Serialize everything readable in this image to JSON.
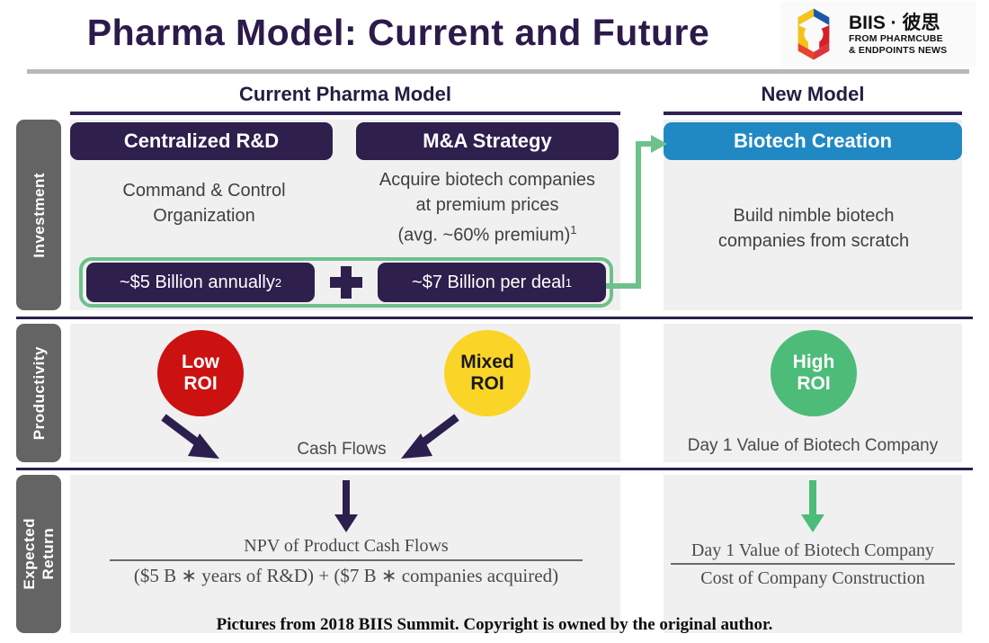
{
  "header": {
    "title": "Pharma Model: Current and Future",
    "logo": {
      "name": "biis-logo",
      "line1": "BIIS · 彼思",
      "line2": "FROM PHARMCUBE",
      "line3": "& ENDPOINTS NEWS"
    }
  },
  "columns": {
    "current": "Current Pharma Model",
    "new": "New Model"
  },
  "rows": {
    "investment": "Investment",
    "productivity": "Productivity",
    "expected_return": "Expected\nReturn"
  },
  "investment": {
    "current": {
      "chip_rnd": "Centralized R&D",
      "chip_ma": "M&A Strategy",
      "text_rnd": "Command & Control Organization",
      "text_ma_line1": "Acquire biotech companies",
      "text_ma_line2": "at premium prices",
      "text_ma_line3": "(avg. ~60% premium)",
      "text_ma_sup": "1",
      "money_5b": "~$5 Billion annually",
      "money_5b_sup": "2",
      "money_7b": "~$7 Billion per deal",
      "money_7b_sup": "1",
      "plus_icon": "plus-icon"
    },
    "new": {
      "chip_biotech": "Biotech Creation",
      "text_build_line1": "Build nimble biotech",
      "text_build_line2": "companies from scratch"
    }
  },
  "productivity": {
    "current": {
      "circle_low_line1": "Low",
      "circle_low_line2": "ROI",
      "circle_mixed_line1": "Mixed",
      "circle_mixed_line2": "ROI",
      "cash_flows_label": "Cash Flows"
    },
    "new": {
      "circle_high_line1": "High",
      "circle_high_line2": "ROI",
      "day1_label": "Day 1 Value of Biotech Company"
    }
  },
  "expected_return": {
    "current": {
      "numerator": "NPV of Product Cash Flows",
      "denominator": "($5 B  ∗  years of R&D) + ($7 B  ∗  companies acquired)"
    },
    "new": {
      "numerator": "Day 1 Value of Biotech Company",
      "denominator": "Cost of Company Construction"
    }
  },
  "footnote": "Pictures from 2018 BIIS Summit. Copyright is owned by the original author.",
  "colors": {
    "title_purple": "#2b1a4a",
    "chip_dark_purple": "#2e1f4d",
    "chip_blue": "#2089c4",
    "accent_green": "#6dc18a",
    "roi_low_red": "#cc1111",
    "roi_mixed_yellow": "#fad527",
    "roi_high_green": "#4cbc78",
    "panel_gray": "#f0f0f0",
    "side_label_gray": "#646464",
    "arrow_dark": "#2b1f4e"
  }
}
